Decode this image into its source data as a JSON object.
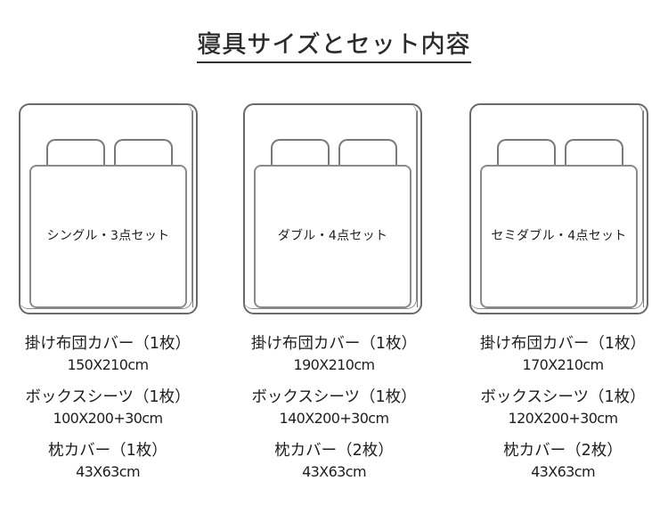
{
  "title": "寝具サイズとセット内容",
  "beds": [
    {
      "label": "シングル・3点セット",
      "items": [
        {
          "name": "掛け布団カバー（1枚）",
          "size": "150X210cm"
        },
        {
          "name": "ボックスシーツ（1枚）",
          "size": "100X200+30cm"
        },
        {
          "name": "枕カバー（1枚）",
          "size": "43X63cm"
        }
      ]
    },
    {
      "label": "ダブル・4点セット",
      "items": [
        {
          "name": "掛け布団カバー（1枚）",
          "size": "190X210cm"
        },
        {
          "name": "ボックスシーツ（1枚）",
          "size": "140X200+30cm"
        },
        {
          "name": "枕カバー（2枚）",
          "size": "43X63cm"
        }
      ]
    },
    {
      "label": "セミダブル・4点セット",
      "items": [
        {
          "name": "掛け布団カバー（1枚）",
          "size": "170X210cm"
        },
        {
          "name": "ボックスシーツ（1枚）",
          "size": "120X200+30cm"
        },
        {
          "name": "枕カバー（2枚）",
          "size": "43X63cm"
        }
      ]
    }
  ],
  "colors": {
    "text": "#1e1e1e",
    "line": "#7a7a7a",
    "background": "#ffffff"
  }
}
